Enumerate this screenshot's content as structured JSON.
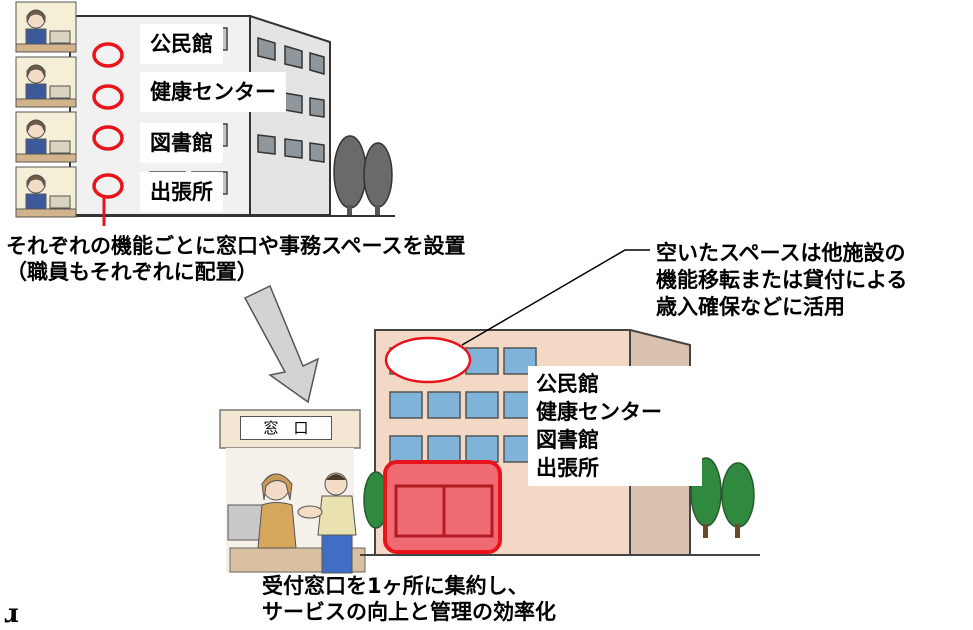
{
  "before": {
    "facilities": [
      "公民館",
      "健康センター",
      "図書館",
      "出張所"
    ],
    "caption_lines": [
      "それぞれの機能ごとに窓口や事務スペースを設置",
      "（職員もそれぞれに配置）"
    ]
  },
  "after": {
    "facilities": [
      "公民館",
      "健康センター",
      "図書館",
      "出張所"
    ],
    "space_note_lines": [
      "空いたスペースは他施設の",
      "機能移転または貸付による",
      "歳入確保などに活用"
    ],
    "counter_sign": "窓　口",
    "caption_lines": [
      "受付窓口を1ヶ所に集約し、",
      "サービスの向上と管理の効率化"
    ]
  },
  "colors": {
    "highlight_red": "#e8141b",
    "counter_fill": "#ef6a73",
    "building_beige": "#f3d9c5"
  },
  "corner_mark": "ɹ"
}
